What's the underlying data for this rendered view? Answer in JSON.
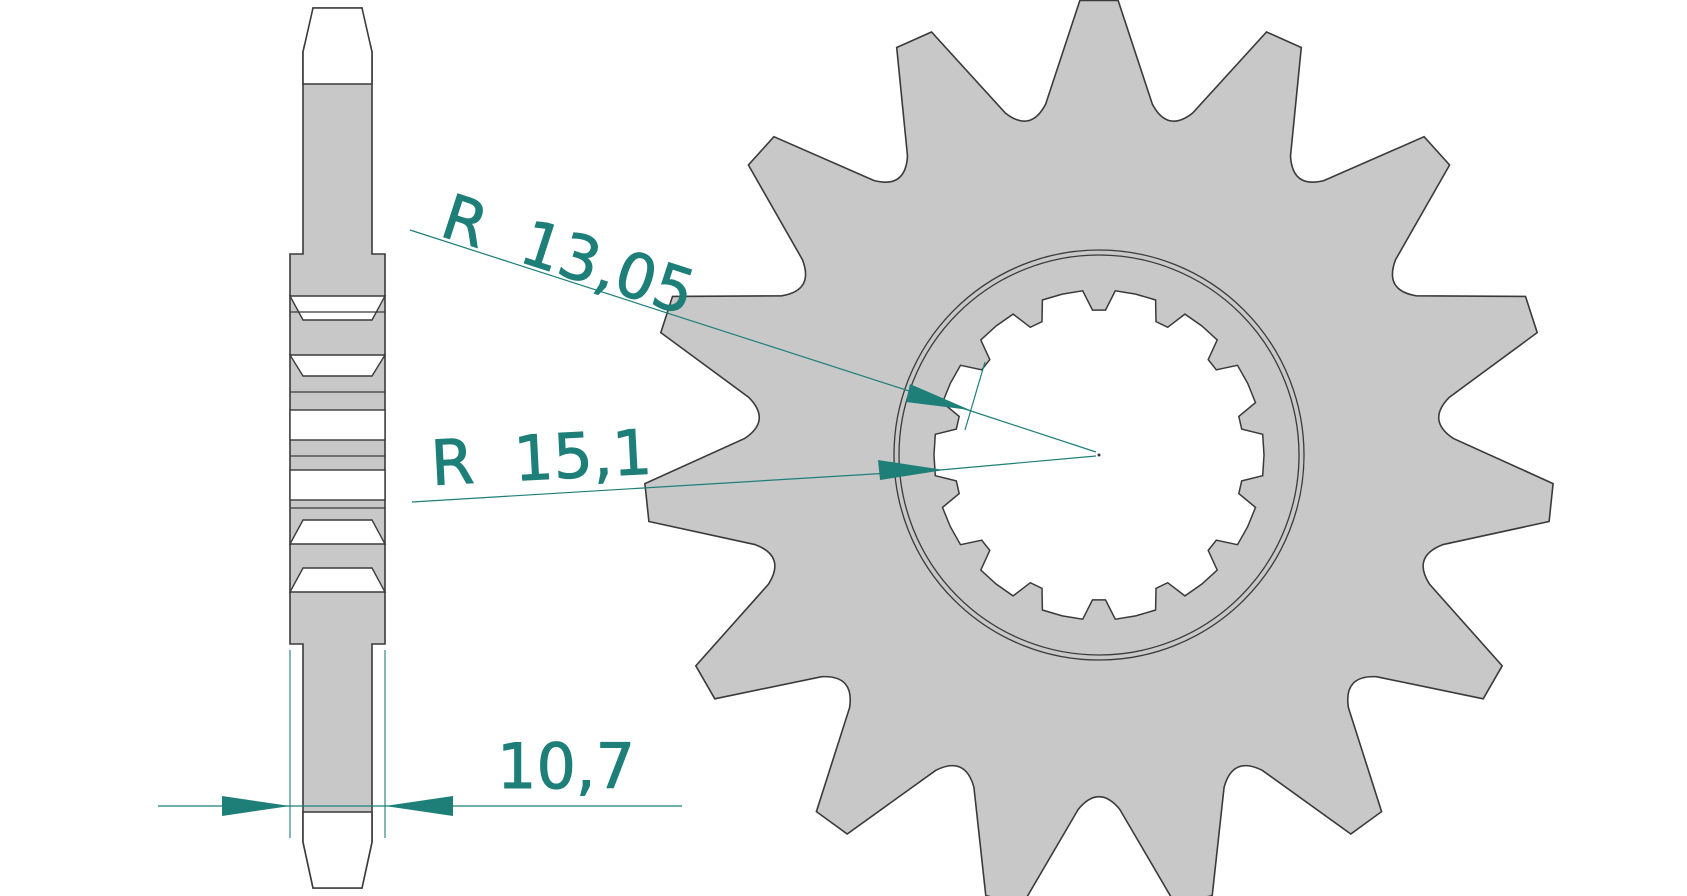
{
  "colors": {
    "part_fill": "#c8c8c8",
    "outline": "#3a3a3a",
    "dimension": "#1e7f79",
    "background": "#ffffff"
  },
  "dimensions": {
    "r1_prefix": "R",
    "r1_value": "13,05",
    "r2_prefix": "R",
    "r2_value": "15,1",
    "thickness_value": "10,7"
  },
  "sprocket": {
    "teeth": 15,
    "spline_teeth": 14
  }
}
